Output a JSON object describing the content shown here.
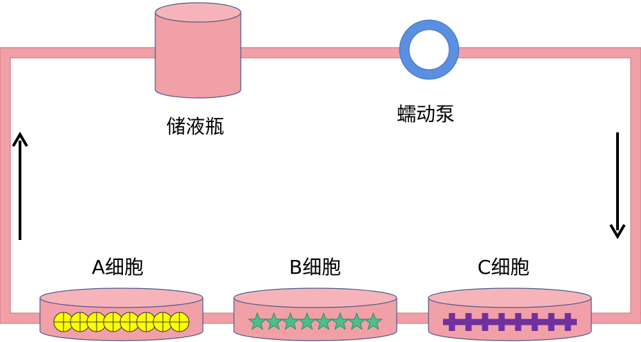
{
  "labels": {
    "reservoir": "储液瓶",
    "pump": "蠕动泵",
    "cell_a": "A细胞",
    "cell_b": "B细胞",
    "cell_c": "C细胞"
  },
  "colors": {
    "tube": "#F2A0A8",
    "tube_edge": "#C8707A",
    "container_edge": "#4A5A8C",
    "pump_ring": "#5B8FE0",
    "cell_a": "#FFFF00",
    "cell_b": "#4DBE8C",
    "cell_c": "#7030A0",
    "arrow": "#000000"
  },
  "cell_counts": {
    "a": 8,
    "b": 8,
    "c": 8
  },
  "shapes": {
    "a": "circle-with-cross",
    "b": "star",
    "c": "plus"
  },
  "flow_arrows": [
    "up-left",
    "down-right"
  ]
}
